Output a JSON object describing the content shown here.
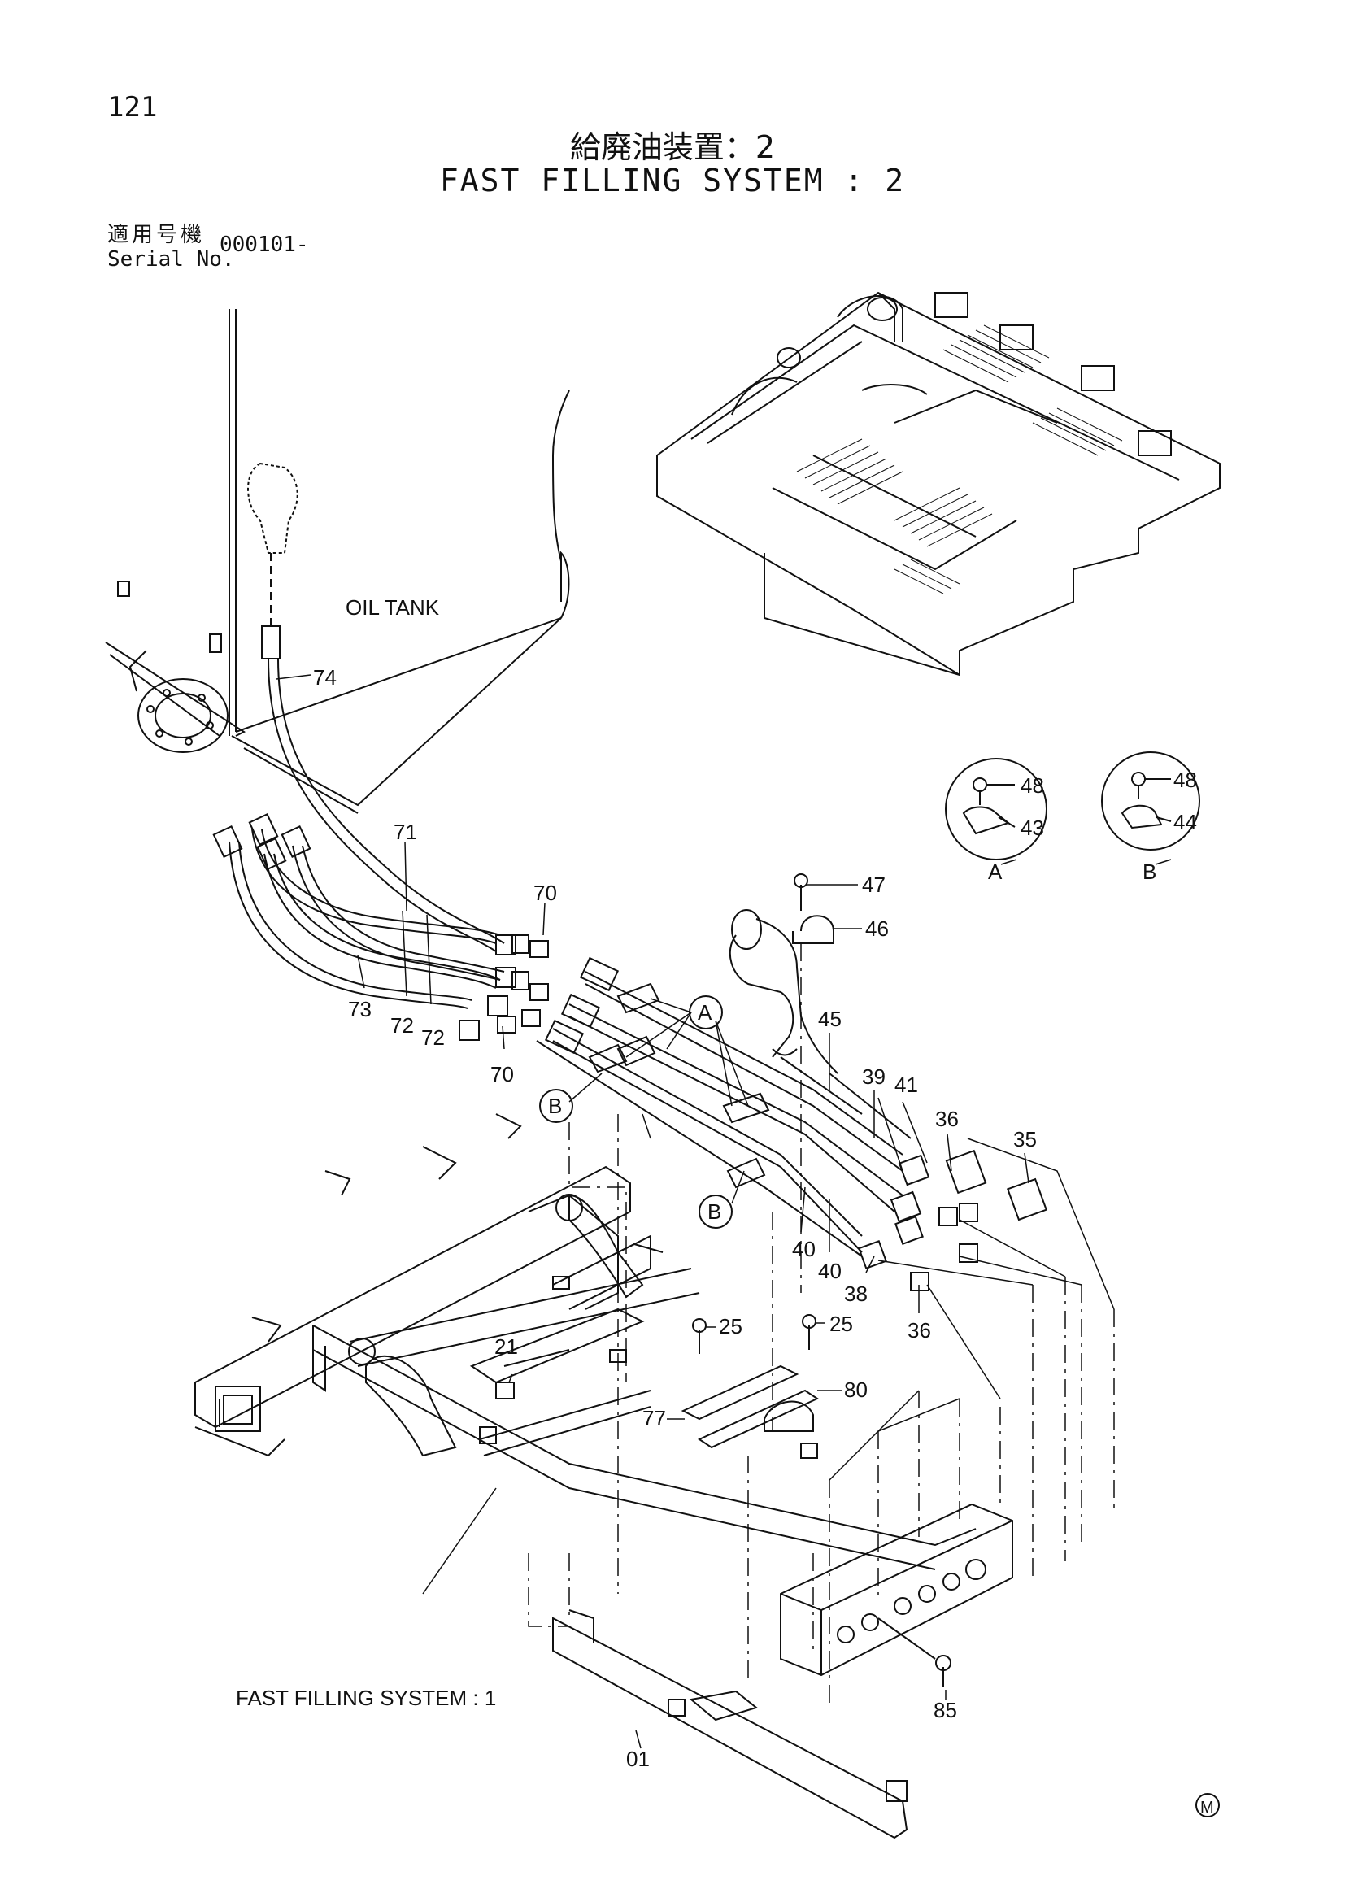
{
  "page_number": "121",
  "title_ja": "給廃油装置：2",
  "title_en": "FAST FILLING SYSTEM : 2",
  "serial": {
    "label_ja": "適用号機",
    "label_en": "Serial No.",
    "value": "000101-"
  },
  "labels": {
    "oil_tank": "OIL TANK",
    "fast_filling_1": "FAST FILLING SYSTEM : 1"
  },
  "detail_views": [
    {
      "id": "A",
      "parts": [
        "48",
        "43"
      ]
    },
    {
      "id": "B",
      "parts": [
        "48",
        "44"
      ]
    }
  ],
  "callouts": {
    "p74": "74",
    "p71": "71",
    "p70a": "70",
    "p70b": "70",
    "p73": "73",
    "p72a": "72",
    "p72b": "72",
    "p47": "47",
    "p46": "46",
    "p45": "45",
    "p39": "39",
    "p41": "41",
    "p36a": "36",
    "p35": "35",
    "p40a": "40",
    "p40b": "40",
    "p38": "38",
    "p36b": "36",
    "p25a": "25",
    "p25b": "25",
    "p21": "21",
    "p77": "77",
    "p80": "80",
    "p85": "85",
    "p01": "01",
    "pA1": "A",
    "pB1": "B",
    "pB2": "B"
  },
  "mark": "M"
}
